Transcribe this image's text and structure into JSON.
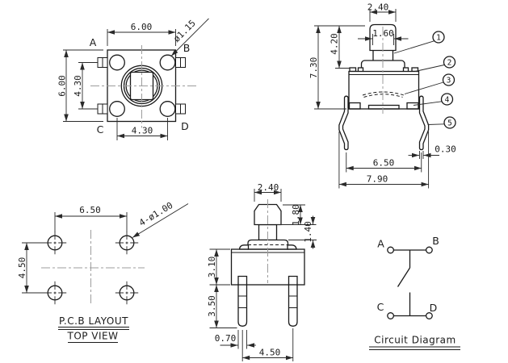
{
  "colors": {
    "background": "#ffffff",
    "line": "#1a1a1a",
    "dimension": "#2a2a2a",
    "centerline": "#9c9c9c"
  },
  "top_view": {
    "corner_labels": {
      "a": "A",
      "b": "B",
      "c": "C",
      "d": "D"
    },
    "dim_width": "6.00",
    "dim_height": "6.00",
    "dim_pitch_v": "4.30",
    "dim_pitch_h": "4.30",
    "leader_stem_dia": "ø1.15"
  },
  "side_view": {
    "dim_cap_width": "2.40",
    "dim_stem_width": "1.60",
    "dim_stem_height": "4.20",
    "dim_total_height": "7.30",
    "dim_leg_tip_span": "6.50",
    "dim_leg_max_span": "7.90",
    "dim_leg_thickness": "0.30",
    "callouts": [
      "1",
      "2",
      "3",
      "4",
      "5"
    ]
  },
  "pcb_layout": {
    "title": "P.C.B LAYOUT",
    "subtitle": "TOP VIEW",
    "dim_hole_pitch_h": "6.50",
    "dim_hole_pitch_v": "4.50",
    "leader_holes": "4-ø1.00"
  },
  "front_view": {
    "dim_cap_width": "2.40",
    "dim_cap_height": "1.80",
    "dim_stem_height": "1.40",
    "dim_body_height": "3.10",
    "dim_leg_length": "3.50",
    "dim_leg_width": "0.70",
    "dim_leg_pitch": "4.50"
  },
  "circuit": {
    "title": "Circuit Diagram",
    "terminals": {
      "a": "A",
      "b": "B",
      "c": "C",
      "d": "D"
    }
  }
}
